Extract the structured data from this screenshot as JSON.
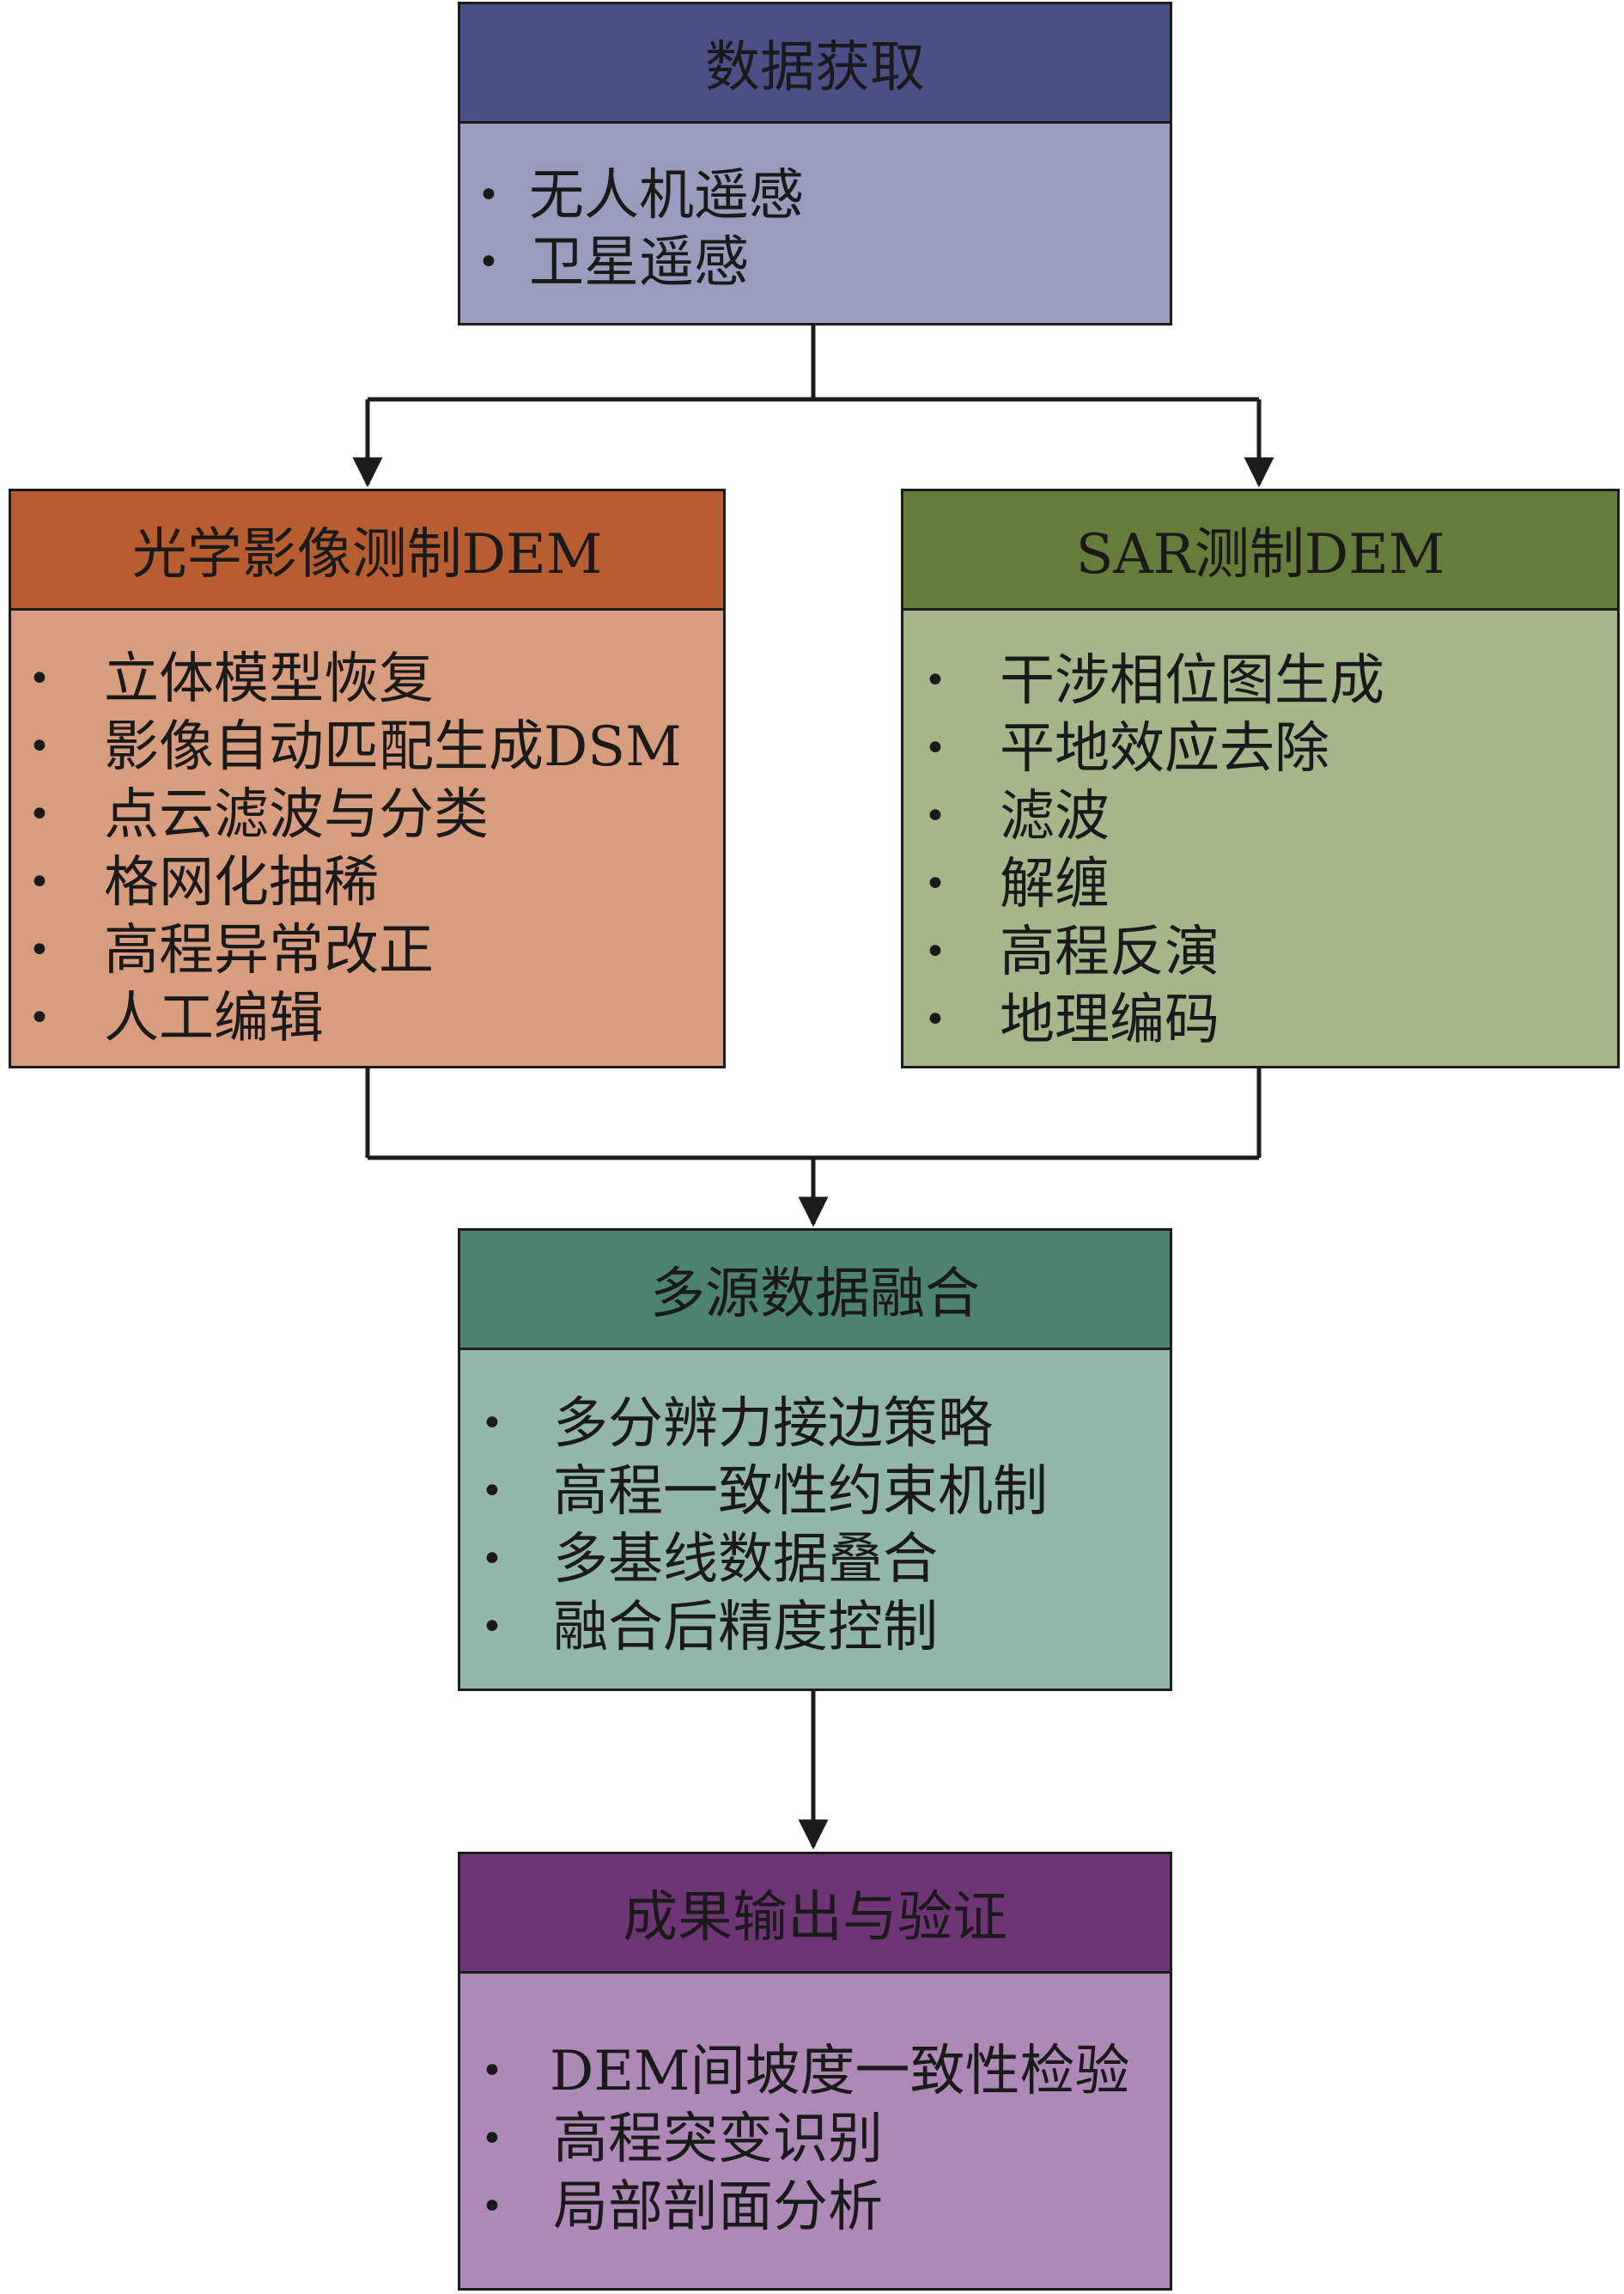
{
  "colors": {
    "acquisition_header": "#4a4f85",
    "acquisition_body": "#999cbb",
    "optical_header": "#b85d2f",
    "optical_body": "#d89d7f",
    "sar_header": "#657d3b",
    "sar_body": "#a4b68a",
    "fusion_header": "#4d8270",
    "fusion_body": "#92b6aa",
    "output_header": "#6e3575",
    "output_body": "#ad89b6",
    "line": "#1c1c1c"
  },
  "acquisition": {
    "title": "数据获取",
    "items": [
      "无人机遥感",
      "卫星遥感"
    ]
  },
  "optical": {
    "title": "光学影像测制DEM",
    "items": [
      "立体模型恢复",
      "影像自动匹配生成DSM",
      "点云滤波与分类",
      "格网化抽稀",
      "高程异常改正",
      "人工编辑"
    ]
  },
  "sar": {
    "title": "SAR测制DEM",
    "items": [
      "干涉相位图生成",
      "平地效应去除",
      "滤波",
      "解缠",
      "高程反演",
      "地理编码"
    ]
  },
  "fusion": {
    "title": "多源数据融合",
    "items": [
      "多分辨力接边策略",
      "高程一致性约束机制",
      "多基线数据叠合",
      "融合后精度控制"
    ]
  },
  "output": {
    "title": "成果输出与验证",
    "items": [
      "DEM间坡度一致性检验",
      "高程突变识别",
      "局部剖面分析"
    ]
  },
  "bullet": "•"
}
